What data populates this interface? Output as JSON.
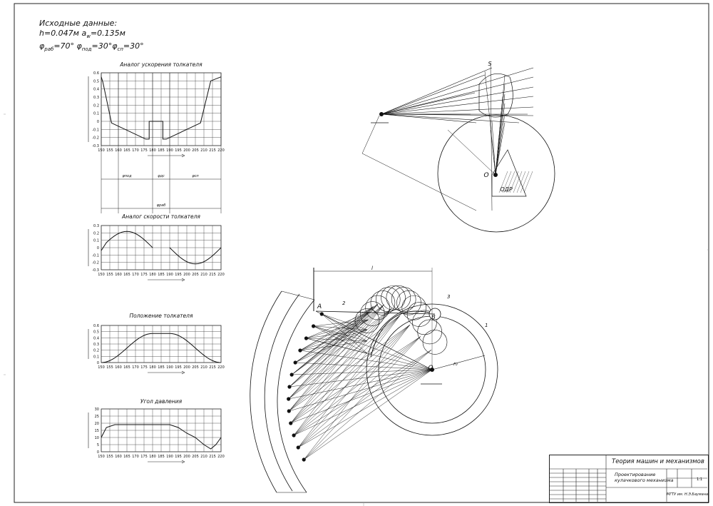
{
  "initial_data": {
    "title": "Исходные данные:",
    "line1": "h=0.047м a",
    "line1_sub": "w",
    "line1_tail": "=0.135м",
    "line2": "φ",
    "line2_a_sub": "раб",
    "line2_a_val": "=70°  φ",
    "line2_b_sub": "под",
    "line2_b_val": "=30°φ",
    "line2_c_sub": "сп",
    "line2_c_val": "=30°"
  },
  "graphs": [
    {
      "title": "Аналог ускорения толкателя",
      "yticks": [
        "0.6",
        "0.5",
        "0.4",
        "0.3",
        "0.2",
        "0.1",
        "0",
        "-0.1",
        "-0.2",
        "-0.3"
      ]
    },
    {
      "title": "Аналог скорости толкателя",
      "yticks": [
        "0.3",
        "0.2",
        "0.1",
        "0",
        "-0.1",
        "-0.2",
        "-0.3"
      ]
    },
    {
      "title": "Положение толкателя",
      "yticks": [
        "0.6",
        "0.5",
        "0.4",
        "0.3",
        "0.2",
        "0.1",
        "0"
      ]
    },
    {
      "title": "Угол давления",
      "yticks": [
        "30",
        "25",
        "20",
        "15",
        "10",
        "5",
        "0"
      ]
    }
  ],
  "xticks": [
    "150",
    "155",
    "160",
    "165",
    "170",
    "175",
    "180",
    "185",
    "190",
    "195",
    "200",
    "205",
    "210",
    "215",
    "220"
  ],
  "phase_labels": {
    "rise": "φпод",
    "dwell": "φдс",
    "ret": "φсп",
    "work": "φраб"
  },
  "cam_labels": {
    "S": "S",
    "O": "O",
    "ODR": "ОДР",
    "A": "A",
    "B": "B",
    "O2": "O",
    "n1": "1",
    "n2": "2",
    "n3": "3",
    "l": "l",
    "r0": "r₀"
  },
  "title_block": {
    "discipline": "Теория машин и механизмов",
    "doc_line1": "Проектирование",
    "doc_line2": "кулачкового механизма",
    "sheet": "1:1",
    "org": "МГТУ им. Н.Э.Баумана"
  }
}
